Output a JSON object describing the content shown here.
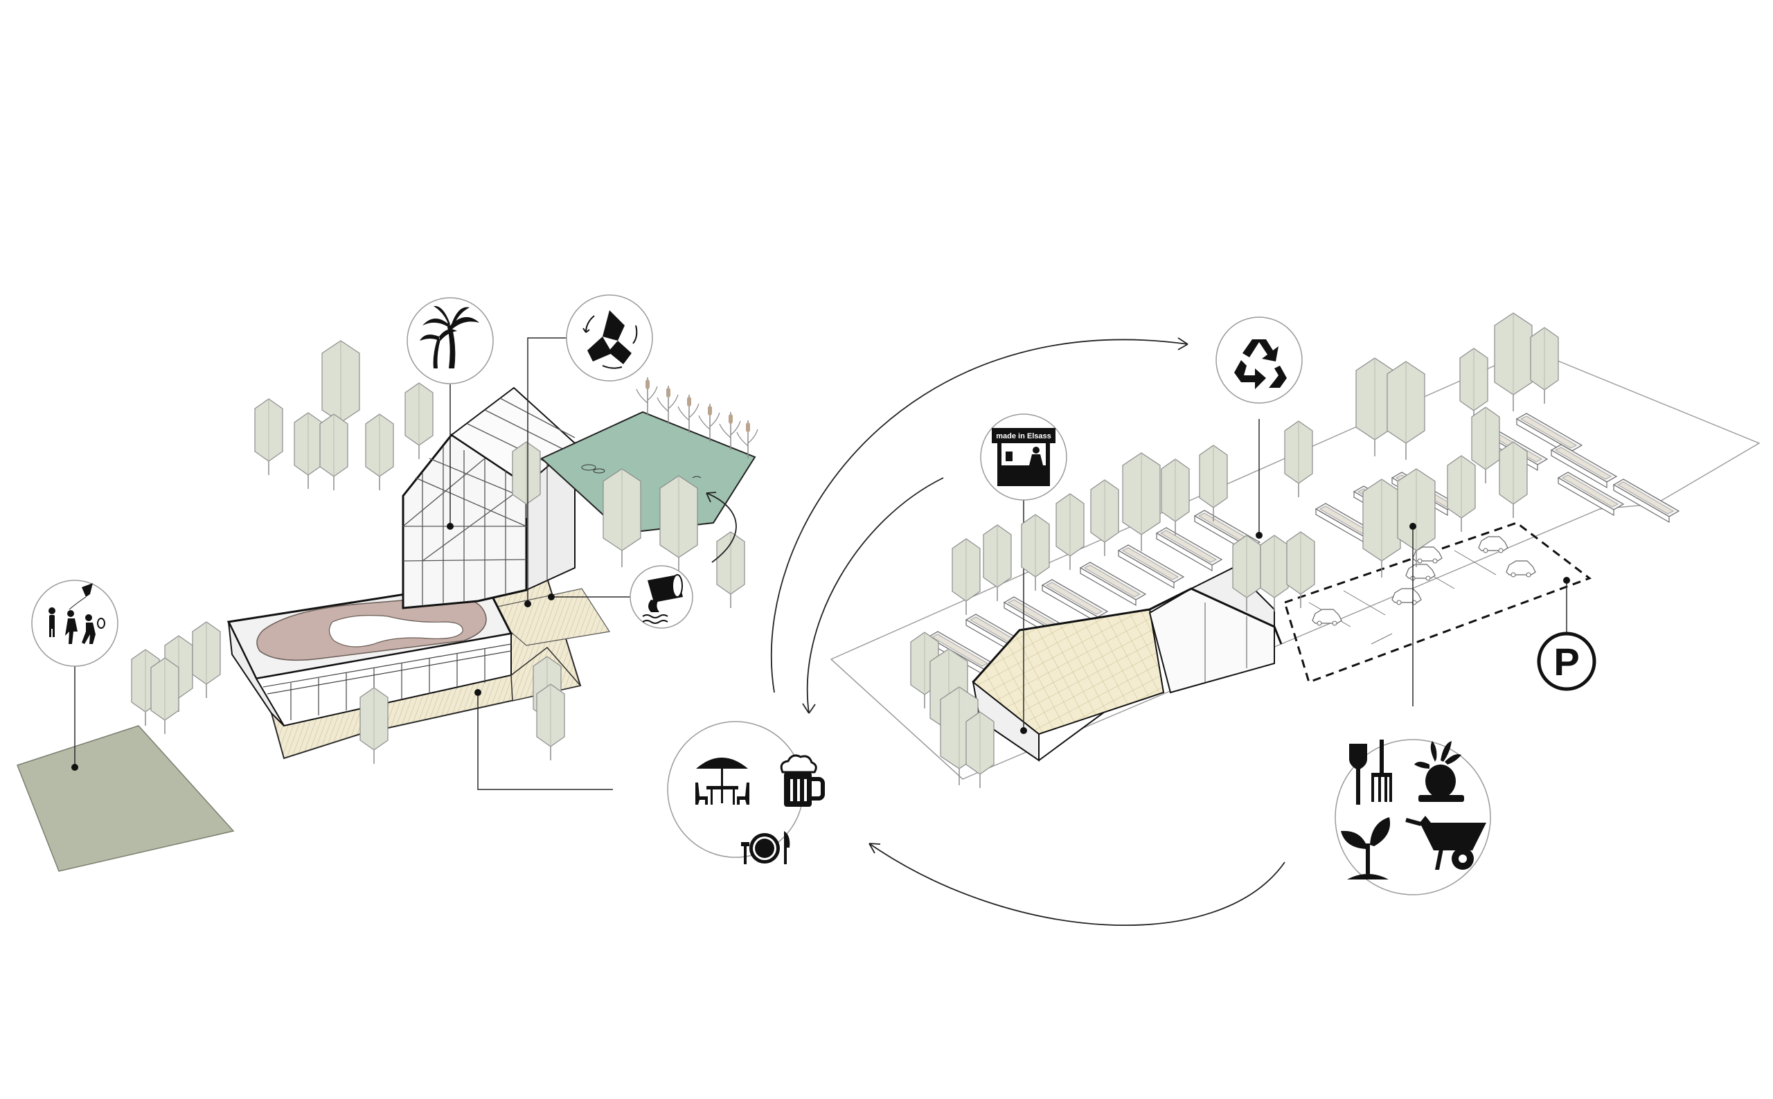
{
  "diagram": {
    "title": "Isometric programme diagram: greenhouse pool hall, community garden, cafe and parking",
    "colors": {
      "tree": "#dbe0d3",
      "tree_stroke": "#8c8c8c",
      "field": "#b5bba6",
      "pond": "#9fc1b0",
      "deck": "#f1ead2",
      "pool": "#c7b1aa",
      "ink": "#111111",
      "line": "#2a2a2a"
    },
    "nodes": [
      {
        "id": "sports",
        "icon": "kite-and-sports-icon"
      },
      {
        "id": "tropical",
        "icon": "palm-tree-icon"
      },
      {
        "id": "cooperation",
        "icon": "joined-hands-icon"
      },
      {
        "id": "water",
        "icon": "water-pipe-icon"
      },
      {
        "id": "market",
        "icon": "market-stall-icon",
        "label": "made in Elsass"
      },
      {
        "id": "recycle",
        "icon": "recycle-icon"
      },
      {
        "id": "cafe",
        "icon": "cafe-restaurant-icons"
      },
      {
        "id": "garden",
        "icon": "gardening-tools-icons"
      },
      {
        "id": "parking",
        "icon": "parking-icon",
        "label": "P"
      }
    ]
  }
}
